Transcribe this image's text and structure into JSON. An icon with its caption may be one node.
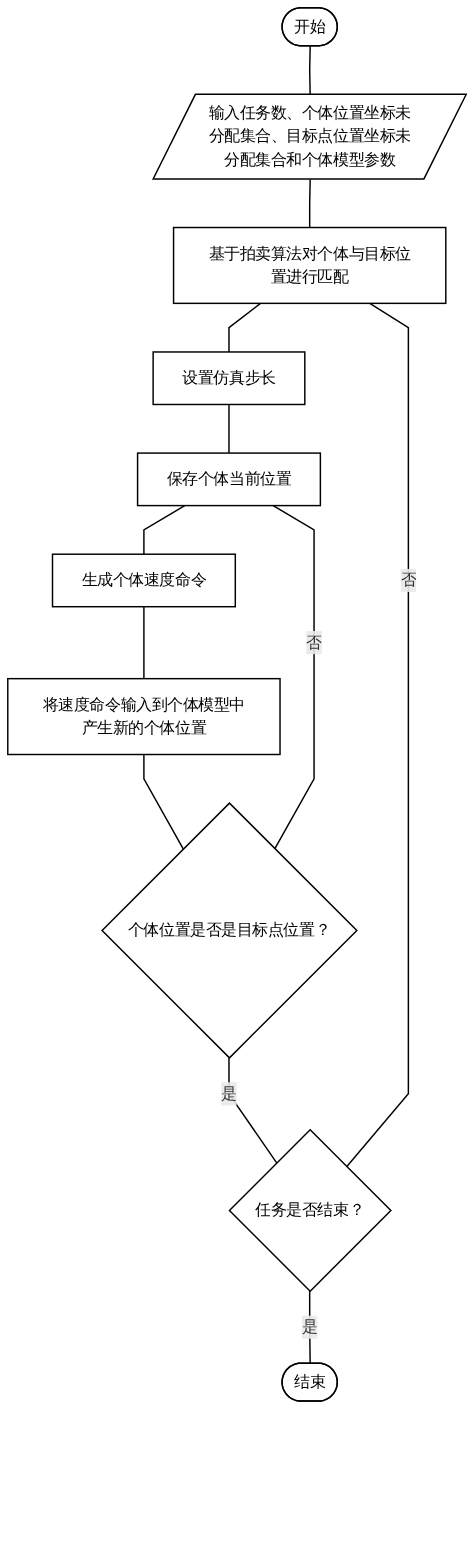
{
  "diagram": {
    "nodes": [
      {
        "text": [
          "开始"
        ]
      },
      {
        "text": [
          "输入任务数、个体位置坐标未分配集合、目标点位置坐标未分配集合和个体模型参数"
        ]
      },
      {
        "text": [
          "基于拍卖算法对个体与目标位置进行匹配"
        ]
      },
      {
        "text": [
          "设置仿真步长"
        ]
      },
      {
        "text": [
          "保存个体当前位置"
        ]
      },
      {
        "text": [
          "生成个体速度命令"
        ]
      },
      {
        "text": [
          "将速度命令输入到个体模型中产生新的个体位置"
        ]
      },
      {
        "text": [
          "个体位置是否是目标点位置？"
        ]
      },
      {
        "text": [
          "任务是否结束？"
        ]
      },
      {
        "text": [
          "结束"
        ]
      }
    ],
    "edges": [
      {
        "from": 0,
        "to": 1,
        "arrow": "none"
      },
      {
        "from": 1,
        "to": 2,
        "arrow": "none"
      },
      {
        "from": 2,
        "to": 3,
        "arrow": "none"
      },
      {
        "from": 3,
        "to": 4,
        "arrow": "none"
      },
      {
        "from": 4,
        "to": 5,
        "arrow": "none"
      },
      {
        "from": 5,
        "to": 6,
        "arrow": "none"
      },
      {
        "from": 6,
        "to": 7,
        "arrow": "none"
      },
      {
        "from": 7,
        "to": 4,
        "label": "否",
        "arrow": "none"
      },
      {
        "from": 7,
        "to": 8,
        "label": "是",
        "arrow": "none"
      },
      {
        "from": 8,
        "to": 2,
        "label": "否",
        "arrow": "none"
      },
      {
        "from": 8,
        "to": 9,
        "label": "是",
        "arrow": "none"
      }
    ]
  }
}
